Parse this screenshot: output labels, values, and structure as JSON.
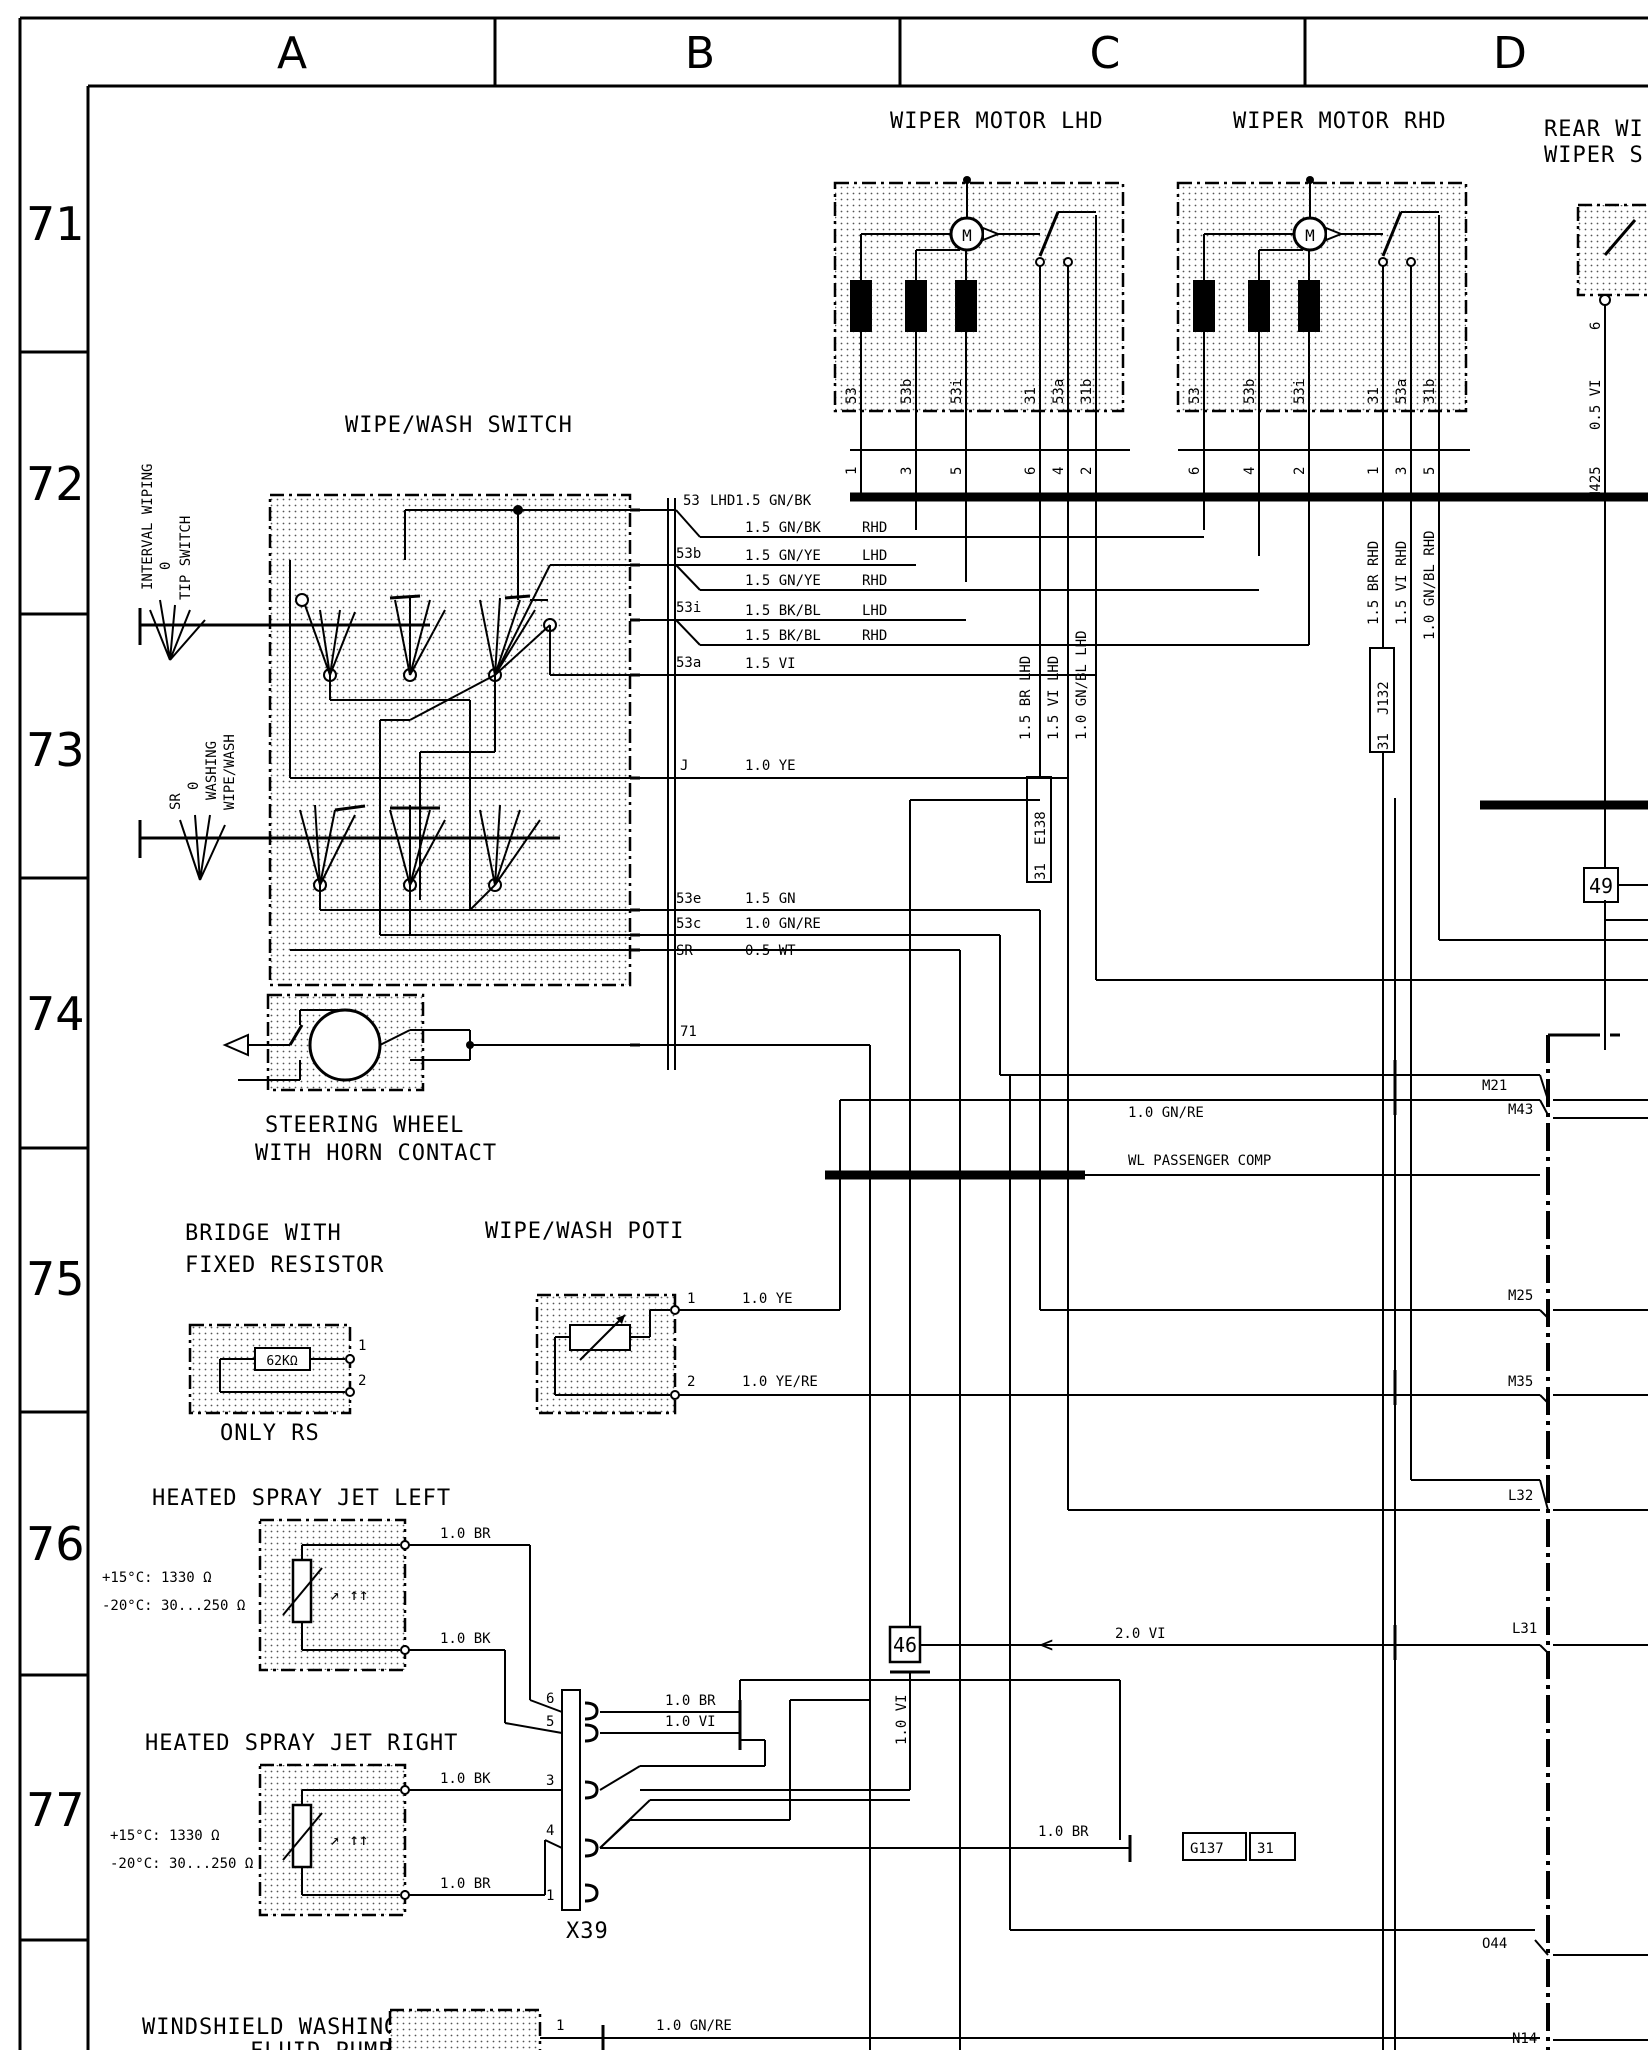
{
  "columns": [
    "A",
    "B",
    "C",
    "D"
  ],
  "rows": [
    "71",
    "72",
    "73",
    "74",
    "75",
    "76",
    "77"
  ],
  "components": {
    "wiper_motor_lhd": "WIPER MOTOR LHD",
    "wiper_motor_rhd": "WIPER MOTOR RHD",
    "rear_wiper_1": "REAR WI",
    "rear_wiper_2": "WIPER S",
    "wipe_wash_switch": "WIPE/WASH SWITCH",
    "interval_wiping": "INTERVAL WIPING",
    "zero_a": "0",
    "tip_switch": "TIP SWITCH",
    "sr": "SR",
    "zero_b": "0",
    "washing": "WASHING",
    "wipe_wash": "WIPE/WASH",
    "steering_wheel_1": "STEERING WHEEL",
    "steering_wheel_2": "WITH HORN CONTACT",
    "bridge_1": "BRIDGE WITH",
    "bridge_2": "FIXED RESISTOR",
    "only_rs": "ONLY RS",
    "resistor_value": "62KΩ",
    "wipe_wash_poti": "WIPE/WASH POTI",
    "spray_left": "HEATED SPRAY  JET LEFT",
    "spray_right": "HEATED SPRAY  JET RIGHT",
    "spray_left_temp_1": "+15°C: 1330 Ω",
    "spray_left_temp_2": "-20°C: 30...250 Ω",
    "spray_right_temp_1": "+15°C: 1330 Ω",
    "spray_right_temp_2": "-20°C: 30...250 Ω",
    "x39": "X39",
    "windshield_1": "WINDSHIELD WASHING",
    "windshield_2": "FLUID PUMP"
  },
  "motor_symbol": "M",
  "motor_lhd_pins": [
    "53",
    "53b",
    "53i",
    "31",
    "53a",
    "31b"
  ],
  "motor_lhd_terminals": [
    "1",
    "3",
    "5",
    "6",
    "4",
    "2"
  ],
  "motor_rhd_pins": [
    "53",
    "53b",
    "53i",
    "31",
    "53a",
    "31b"
  ],
  "motor_rhd_terminals": [
    "6",
    "4",
    "2",
    "1",
    "3",
    "5"
  ],
  "switch_terminals": [
    "53",
    "53b",
    "53i",
    "53a",
    "J",
    "53e",
    "53c",
    "SR",
    "71"
  ],
  "wires": {
    "w1": "LHD1.5 GN/BK",
    "w2": "1.5 GN/BK",
    "w2r": "RHD",
    "w3": "1.5 GN/YE",
    "w3r": "LHD",
    "w4": "1.5 GN/YE",
    "w4r": "RHD",
    "w5": "1.5 BK/BL",
    "w5r": "LHD",
    "w6": "1.5 BK/BL",
    "w6r": "RHD",
    "w7": "1.5 VI",
    "w8": "1.0 YE",
    "w9": "1.5 GN",
    "w10": "1.0 GN/RE",
    "w11": "0.5 WT",
    "v_lhd_1": "1.5 BR   LHD",
    "v_lhd_2": "1.5 VI   LHD",
    "v_lhd_3": "1.0 GN/BL    LHD",
    "v_rhd_1": "1.5 BR   RHD",
    "v_rhd_2": "1.5 VI   RHD",
    "v_rhd_3": "1.0 GN/BL   RHD",
    "v_rear_1": "0.5 VI",
    "v_rear_2": "M425",
    "h_gnre": "1.0 GN/RE",
    "h_wl": "WL PASSENGER COMP",
    "poti_1": "1.0 YE",
    "poti_2": "1.0 YE/RE",
    "spray_l_1": "1.0 BR",
    "spray_l_2": "1.0 BK",
    "spray_r_1": "1.0 BK",
    "spray_r_2": "1.0 BR",
    "x39_a": "1.0 BR",
    "x39_b": "1.0 VI",
    "vi_20": "2.0 VI",
    "vi_10": "1.0 VI",
    "br_g137": "1.0 BR",
    "pump": "1.0 GN/RE"
  },
  "ground_refs": {
    "e138_a": "31",
    "e138_b": "E138",
    "j132_a": "31",
    "j132_b": "J132",
    "g137_a": "G137",
    "g137_b": "31",
    "ref_46": "46",
    "ref_49": "49"
  },
  "connectors": [
    "M21",
    "M43",
    "M25",
    "M35",
    "L32",
    "L31",
    "O44",
    "N14"
  ],
  "pin_labels": {
    "bridge_1": "1",
    "bridge_2": "2",
    "poti_1": "1",
    "poti_2": "2",
    "x39_6": "6",
    "x39_5": "5",
    "x39_3": "3",
    "x39_4": "4",
    "x39_1": "1",
    "rear_6": "6",
    "pump_1": "1"
  }
}
